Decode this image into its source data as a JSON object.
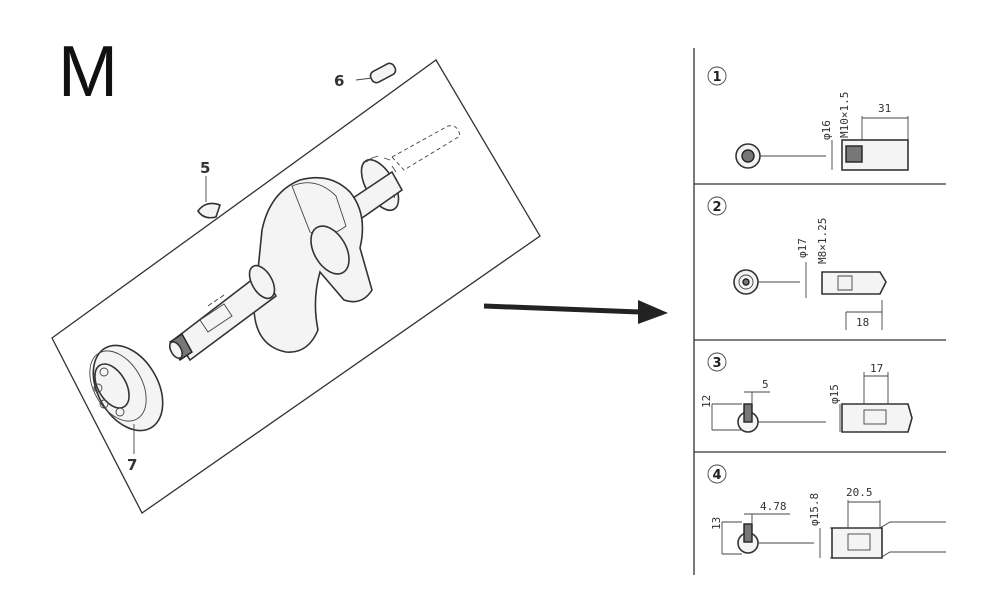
{
  "diagram_letter": "M",
  "callouts": {
    "part5": "5",
    "part6": "6",
    "part7": "7"
  },
  "panels": [
    {
      "number": "1",
      "dims": [
        "φ16",
        "M10×1.5",
        "31"
      ]
    },
    {
      "number": "2",
      "dims": [
        "φ17",
        "M8×1.25",
        "18"
      ]
    },
    {
      "number": "3",
      "dims": [
        "12",
        "5",
        "φ15",
        "17"
      ]
    },
    {
      "number": "4",
      "dims": [
        "13",
        "4.78",
        "φ15.8",
        "20.5"
      ]
    }
  ]
}
